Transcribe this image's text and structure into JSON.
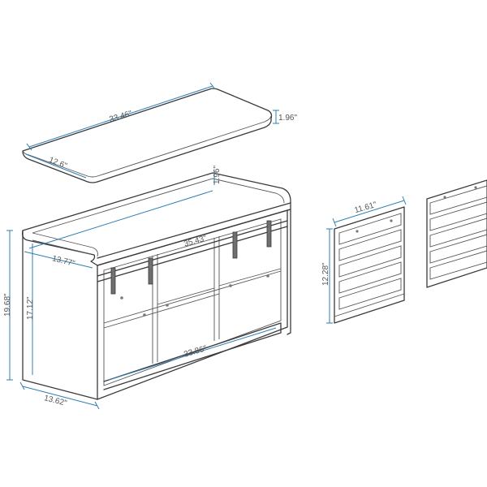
{
  "colors": {
    "outline": "#3a3a3a",
    "dimension_line": "#2f7fb3",
    "dimension_text": "#555555",
    "background": "#ffffff"
  },
  "dimensions": {
    "cushion_length": "33.46\"",
    "cushion_thickness": "1.96\"",
    "cushion_depth": "12.6\"",
    "back_lip_height": "1.96\"",
    "top_width": "35.43\"",
    "top_depth": "13.77\"",
    "overall_height": "19.68\"",
    "side_height": "17.12\"",
    "base_depth": "13.62\"",
    "bottom_width": "33.86\"",
    "door_width": "11.61\"",
    "door_height": "12.28\""
  }
}
